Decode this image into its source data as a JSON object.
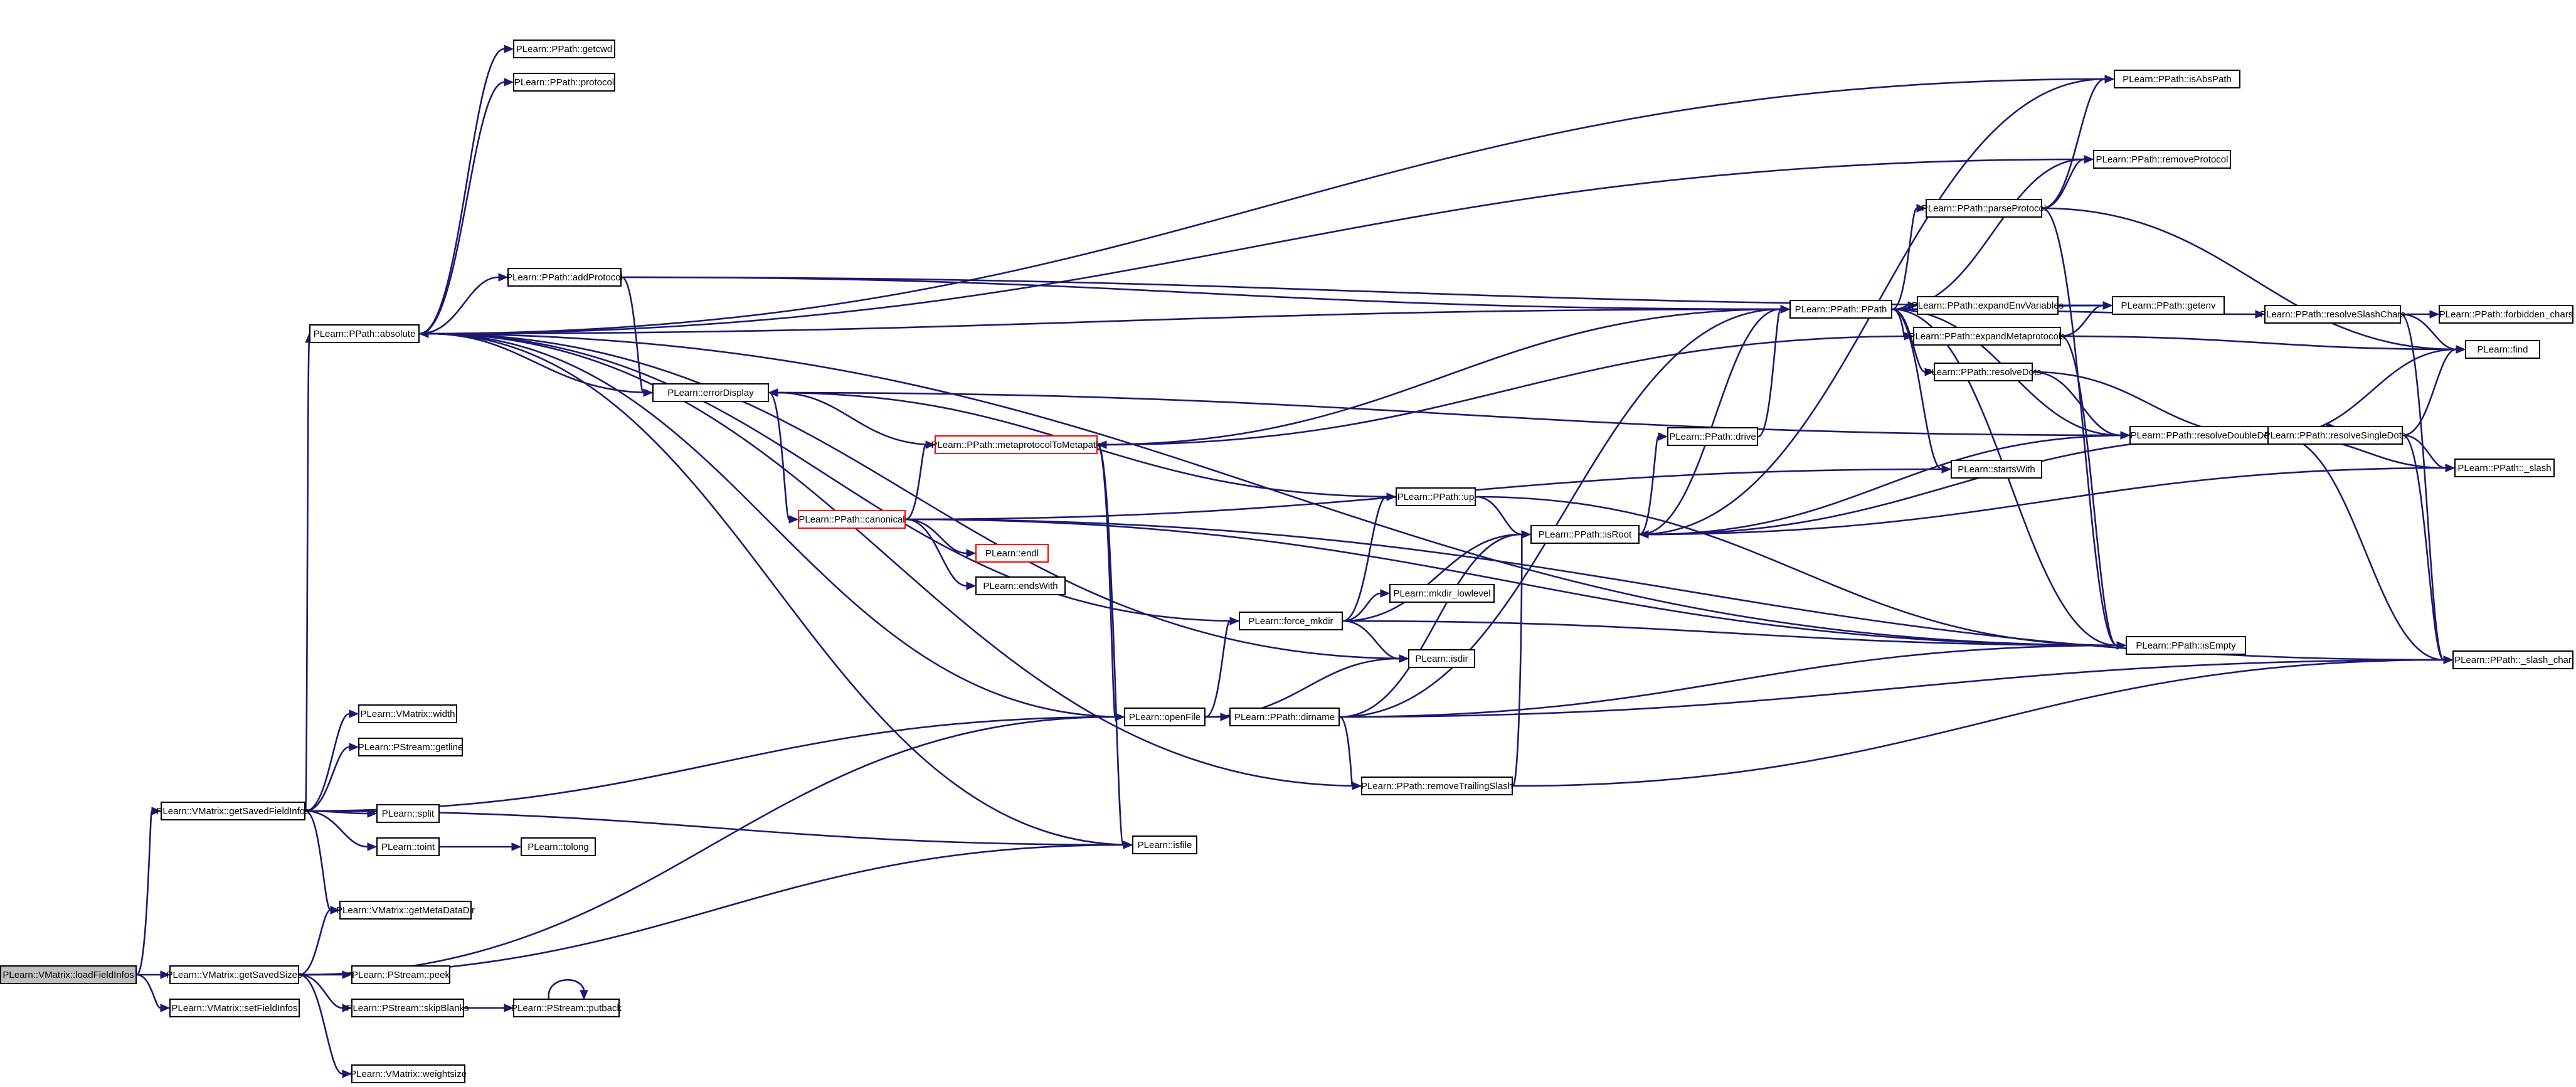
{
  "graph": {
    "nodes": [
      {
        "id": "loadFieldInfos",
        "label": "PLearn::VMatrix::loadFieldInfos",
        "root": true
      },
      {
        "id": "getSavedFieldInfos",
        "label": "PLearn::VMatrix::getSavedFieldInfos"
      },
      {
        "id": "getSavedSizes",
        "label": "PLearn::VMatrix::getSavedSizes"
      },
      {
        "id": "setFieldInfos",
        "label": "PLearn::VMatrix::setFieldInfos"
      },
      {
        "id": "absolute",
        "label": "PLearn::PPath::absolute"
      },
      {
        "id": "width",
        "label": "PLearn::VMatrix::width"
      },
      {
        "id": "getline",
        "label": "PLearn::PStream::getline"
      },
      {
        "id": "split",
        "label": "PLearn::split"
      },
      {
        "id": "toint",
        "label": "PLearn::toint"
      },
      {
        "id": "getMetaDataDir",
        "label": "PLearn::VMatrix::getMetaDataDir"
      },
      {
        "id": "peek",
        "label": "PLearn::PStream::peek"
      },
      {
        "id": "skipBlanks",
        "label": "PLearn::PStream::skipBlanks"
      },
      {
        "id": "weightsize",
        "label": "PLearn::VMatrix::weightsize"
      },
      {
        "id": "tolong",
        "label": "PLearn::tolong"
      },
      {
        "id": "putback",
        "label": "PLearn::PStream::putback"
      },
      {
        "id": "getcwd",
        "label": "PLearn::PPath::getcwd"
      },
      {
        "id": "protocol",
        "label": "PLearn::PPath::protocol"
      },
      {
        "id": "addProtocol",
        "label": "PLearn::PPath::addProtocol"
      },
      {
        "id": "errorDisplay",
        "label": "PLearn::errorDisplay"
      },
      {
        "id": "metaprotocol",
        "label": "PLearn::PPath::metaprotocolToMetapath",
        "trunc": true
      },
      {
        "id": "canonical",
        "label": "PLearn::PPath::canonical",
        "trunc": true
      },
      {
        "id": "endl",
        "label": "PLearn::endl",
        "trunc": true
      },
      {
        "id": "endsWith",
        "label": "PLearn::endsWith"
      },
      {
        "id": "force_mkdir",
        "label": "PLearn::force_mkdir"
      },
      {
        "id": "openFile",
        "label": "PLearn::openFile"
      },
      {
        "id": "isfile",
        "label": "PLearn::isfile"
      },
      {
        "id": "up",
        "label": "PLearn::PPath::up"
      },
      {
        "id": "mkdir_lowlevel",
        "label": "PLearn::mkdir_lowlevel"
      },
      {
        "id": "isdir",
        "label": "PLearn::isdir"
      },
      {
        "id": "dirname",
        "label": "PLearn::PPath::dirname"
      },
      {
        "id": "removeTrailingSlash",
        "label": "PLearn::PPath::removeTrailingSlash"
      },
      {
        "id": "PPath",
        "label": "PLearn::PPath::PPath"
      },
      {
        "id": "drive",
        "label": "PLearn::PPath::drive"
      },
      {
        "id": "isRoot",
        "label": "PLearn::PPath::isRoot"
      },
      {
        "id": "parseProtocol",
        "label": "PLearn::PPath::parseProtocol"
      },
      {
        "id": "expandEnvVariables",
        "label": "PLearn::PPath::expandEnvVariables"
      },
      {
        "id": "expandMetaprotocols",
        "label": "PLearn::PPath::expandMetaprotocols"
      },
      {
        "id": "resolveDots",
        "label": "PLearn::PPath::resolveDots"
      },
      {
        "id": "startsWith",
        "label": "PLearn::startsWith"
      },
      {
        "id": "isAbsPath",
        "label": "PLearn::PPath::isAbsPath"
      },
      {
        "id": "removeProtocol",
        "label": "PLearn::PPath::removeProtocol"
      },
      {
        "id": "getenv",
        "label": "PLearn::PPath::getenv"
      },
      {
        "id": "resolveDoubleDots",
        "label": "PLearn::PPath::resolveDoubleDots"
      },
      {
        "id": "isEmpty",
        "label": "PLearn::PPath::isEmpty"
      },
      {
        "id": "resolveSlashChars",
        "label": "PLearn::PPath::resolveSlashChars"
      },
      {
        "id": "forbidden_chars",
        "label": "PLearn::PPath::forbidden_chars"
      },
      {
        "id": "find",
        "label": "PLearn::find"
      },
      {
        "id": "resolveSingleDots",
        "label": "PLearn::PPath::resolveSingleDots"
      },
      {
        "id": "_slash",
        "label": "PLearn::PPath::_slash"
      },
      {
        "id": "_slash_char",
        "label": "PLearn::PPath::_slash_char"
      }
    ],
    "edges": [
      [
        "loadFieldInfos",
        "getSavedFieldInfos"
      ],
      [
        "loadFieldInfos",
        "getSavedSizes"
      ],
      [
        "loadFieldInfos",
        "setFieldInfos"
      ],
      [
        "getSavedFieldInfos",
        "absolute"
      ],
      [
        "getSavedFieldInfos",
        "width"
      ],
      [
        "getSavedFieldInfos",
        "getline"
      ],
      [
        "getSavedFieldInfos",
        "split"
      ],
      [
        "getSavedFieldInfos",
        "toint"
      ],
      [
        "getSavedFieldInfos",
        "getMetaDataDir"
      ],
      [
        "getSavedFieldInfos",
        "openFile"
      ],
      [
        "getSavedFieldInfos",
        "isfile"
      ],
      [
        "toint",
        "tolong"
      ],
      [
        "getSavedSizes",
        "getMetaDataDir"
      ],
      [
        "getSavedSizes",
        "peek"
      ],
      [
        "getSavedSizes",
        "skipBlanks"
      ],
      [
        "getSavedSizes",
        "weightsize"
      ],
      [
        "getSavedSizes",
        "openFile"
      ],
      [
        "getSavedSizes",
        "isfile"
      ],
      [
        "skipBlanks",
        "putback"
      ],
      [
        "putback",
        "putback"
      ],
      [
        "absolute",
        "getcwd"
      ],
      [
        "absolute",
        "protocol"
      ],
      [
        "absolute",
        "addProtocol"
      ],
      [
        "absolute",
        "isAbsPath"
      ],
      [
        "absolute",
        "removeProtocol"
      ],
      [
        "absolute",
        "PPath"
      ],
      [
        "absolute",
        "isEmpty"
      ],
      [
        "addProtocol",
        "errorDisplay"
      ],
      [
        "addProtocol",
        "PPath"
      ],
      [
        "addProtocol",
        "getenv"
      ],
      [
        "errorDisplay",
        "absolute"
      ],
      [
        "errorDisplay",
        "canonical"
      ],
      [
        "metaprotocol",
        "errorDisplay"
      ],
      [
        "metaprotocol",
        "openFile"
      ],
      [
        "metaprotocol",
        "isfile"
      ],
      [
        "metaprotocol",
        "PPath"
      ],
      [
        "canonical",
        "metaprotocol"
      ],
      [
        "canonical",
        "endl"
      ],
      [
        "canonical",
        "endsWith"
      ],
      [
        "canonical",
        "startsWith"
      ],
      [
        "canonical",
        "isEmpty"
      ],
      [
        "canonical",
        "_slash_char"
      ],
      [
        "force_mkdir",
        "absolute"
      ],
      [
        "force_mkdir",
        "up"
      ],
      [
        "force_mkdir",
        "mkdir_lowlevel"
      ],
      [
        "force_mkdir",
        "isdir"
      ],
      [
        "force_mkdir",
        "isRoot"
      ],
      [
        "force_mkdir",
        "isEmpty"
      ],
      [
        "isdir",
        "absolute"
      ],
      [
        "isfile",
        "absolute"
      ],
      [
        "openFile",
        "absolute"
      ],
      [
        "openFile",
        "force_mkdir"
      ],
      [
        "openFile",
        "isdir"
      ],
      [
        "openFile",
        "dirname"
      ],
      [
        "up",
        "errorDisplay"
      ],
      [
        "up",
        "isRoot"
      ],
      [
        "up",
        "isEmpty"
      ],
      [
        "dirname",
        "isRoot"
      ],
      [
        "dirname",
        "isEmpty"
      ],
      [
        "dirname",
        "removeTrailingSlash"
      ],
      [
        "dirname",
        "PPath"
      ],
      [
        "dirname",
        "_slash_char"
      ],
      [
        "removeTrailingSlash",
        "absolute"
      ],
      [
        "removeTrailingSlash",
        "isRoot"
      ],
      [
        "removeTrailingSlash",
        "_slash_char"
      ],
      [
        "isRoot",
        "drive"
      ],
      [
        "isRoot",
        "PPath"
      ],
      [
        "isRoot",
        "isAbsPath"
      ],
      [
        "drive",
        "PPath"
      ],
      [
        "PPath",
        "parseProtocol"
      ],
      [
        "PPath",
        "expandEnvVariables"
      ],
      [
        "PPath",
        "expandMetaprotocols"
      ],
      [
        "PPath",
        "resolveDots"
      ],
      [
        "PPath",
        "startsWith"
      ],
      [
        "PPath",
        "removeProtocol"
      ],
      [
        "PPath",
        "getenv"
      ],
      [
        "PPath",
        "resolveSlashChars"
      ],
      [
        "PPath",
        "resolveDoubleDots"
      ],
      [
        "PPath",
        "isEmpty"
      ],
      [
        "parseProtocol",
        "isAbsPath"
      ],
      [
        "parseProtocol",
        "removeProtocol"
      ],
      [
        "parseProtocol",
        "find"
      ],
      [
        "parseProtocol",
        "isEmpty"
      ],
      [
        "expandEnvVariables",
        "getenv"
      ],
      [
        "expandMetaprotocols",
        "getenv"
      ],
      [
        "expandMetaprotocols",
        "metaprotocol"
      ],
      [
        "expandMetaprotocols",
        "find"
      ],
      [
        "expandMetaprotocols",
        "isEmpty"
      ],
      [
        "resolveDots",
        "resolveDoubleDots"
      ],
      [
        "resolveDots",
        "resolveSingleDots"
      ],
      [
        "resolveDoubleDots",
        "errorDisplay"
      ],
      [
        "resolveDoubleDots",
        "isRoot"
      ],
      [
        "resolveDoubleDots",
        "resolveSingleDots"
      ],
      [
        "resolveDoubleDots",
        "find"
      ],
      [
        "resolveDoubleDots",
        "_slash"
      ],
      [
        "resolveDoubleDots",
        "_slash_char"
      ],
      [
        "resolveSingleDots",
        "isRoot"
      ],
      [
        "resolveSingleDots",
        "find"
      ],
      [
        "resolveSingleDots",
        "_slash"
      ],
      [
        "resolveSingleDots",
        "_slash_char"
      ],
      [
        "resolveSlashChars",
        "forbidden_chars"
      ],
      [
        "resolveSlashChars",
        "find"
      ],
      [
        "resolveSlashChars",
        "_slash_char"
      ],
      [
        "isRoot",
        "_slash"
      ]
    ],
    "colors": {
      "edge": "#191970",
      "node_border": "#000000",
      "node_fill": "#ffffff",
      "root_fill": "#bfbfbf",
      "truncated_border": "#ff0000"
    }
  }
}
